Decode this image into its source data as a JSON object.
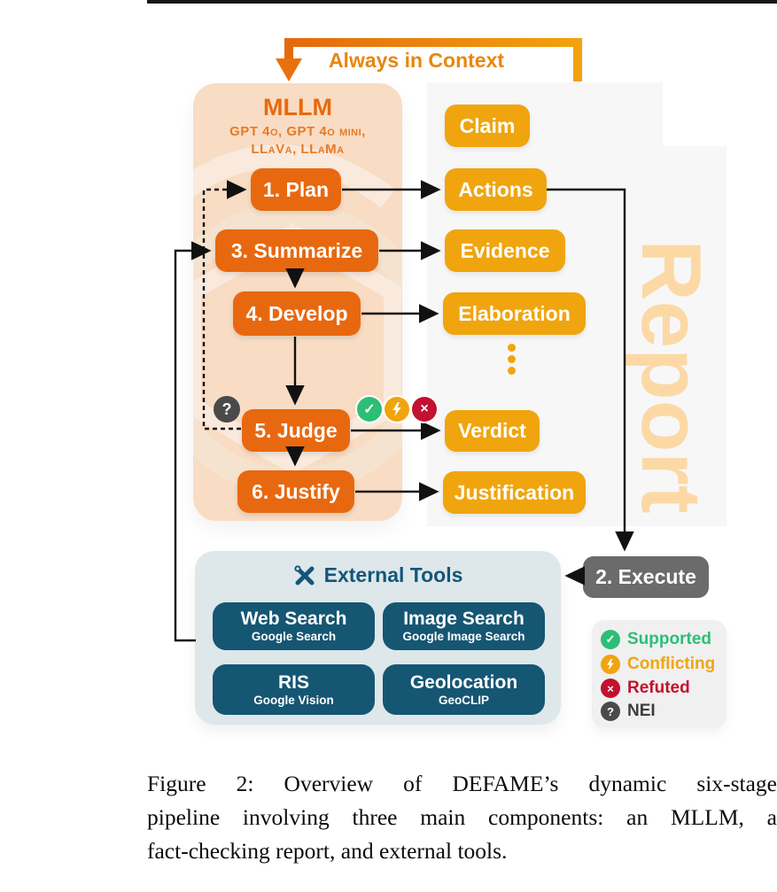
{
  "figure": {
    "context_label": "Always in Context",
    "mllm": {
      "title": "MLLM",
      "subtitle1": "GPT 4o, GPT 4o mini,",
      "subtitle2": "LLaVa, LLaMa",
      "stages": [
        {
          "label": "1. Plan"
        },
        {
          "label": "3. Summarize"
        },
        {
          "label": "4. Develop"
        },
        {
          "label": "5. Judge"
        },
        {
          "label": "6. Justify"
        }
      ]
    },
    "report": {
      "watermark": "Report",
      "blocks": [
        {
          "label": "Claim"
        },
        {
          "label": "Actions"
        },
        {
          "label": "Evidence"
        },
        {
          "label": "Elaboration"
        },
        {
          "label": "Verdict"
        },
        {
          "label": "Justification"
        }
      ]
    },
    "verdict_icons": {
      "check": "✓",
      "lightning": "lightning-bolt",
      "cross": "×",
      "question": "?"
    },
    "execute_label": "2. Execute",
    "external_tools": {
      "title": "External Tools",
      "tools": [
        {
          "title": "Web Search",
          "subtitle": "Google Search"
        },
        {
          "title": "Image Search",
          "subtitle": "Google Image Search"
        },
        {
          "title": "RIS",
          "subtitle": "Google Vision"
        },
        {
          "title": "Geolocation",
          "subtitle": "GeoCLIP"
        }
      ]
    },
    "legend": [
      {
        "label": "Supported",
        "color": "#2dbe76",
        "icon": "check"
      },
      {
        "label": "Conflicting",
        "color": "#f0a50e",
        "icon": "lightning"
      },
      {
        "label": "Refuted",
        "color": "#c1122f",
        "icon": "cross"
      },
      {
        "label": "NEI",
        "color": "#3d3d3d",
        "icon": "question"
      }
    ],
    "colors": {
      "stage_orange": "#e8680f",
      "report_amber": "#f0a50e",
      "tool_teal": "#155673",
      "execute_gray": "#6b6b6b",
      "mllm_bg": "#f8dcc3",
      "tools_bg": "#dee7ea",
      "supported_green": "#2dbe76",
      "refuted_red": "#c1122f",
      "nei_gray": "#4a4a4a",
      "context_orange": "#e8860f",
      "watermark_amber": "#fcd9a4"
    }
  },
  "caption": {
    "line1": "Figure 2:  Overview of DEFAME’s dynamic six-stage",
    "line2": "pipeline involving three main components: an MLLM, a",
    "line3": "fact-checking report, and external tools."
  }
}
